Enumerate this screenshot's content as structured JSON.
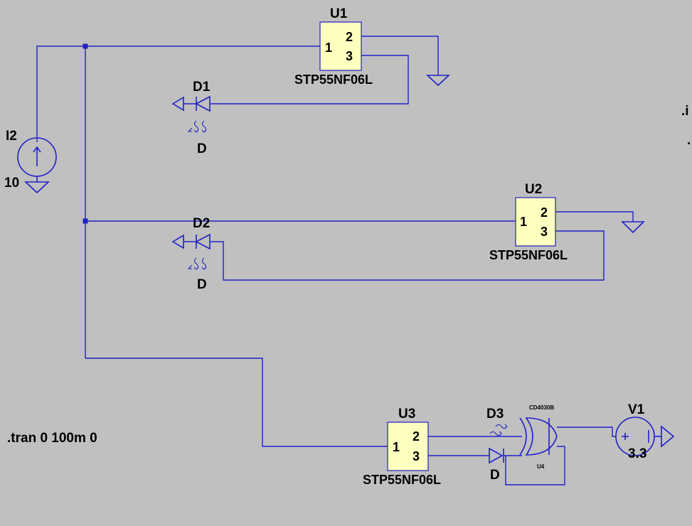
{
  "colors": {
    "background": "#c0c0c0",
    "wire": "#2020c8",
    "component_fill": "#ffffc0",
    "text": "#000000"
  },
  "components": {
    "u1": {
      "ref": "U1",
      "value": "STP55NF06L",
      "pin1": "1",
      "pin2": "2",
      "pin3": "3"
    },
    "u2": {
      "ref": "U2",
      "value": "STP55NF06L",
      "pin1": "1",
      "pin2": "2",
      "pin3": "3"
    },
    "u3": {
      "ref": "U3",
      "value": "STP55NF06L",
      "pin1": "1",
      "pin2": "2",
      "pin3": "3"
    },
    "u4": {
      "ref": "U4",
      "value": "CD4030B"
    },
    "d1": {
      "ref": "D1",
      "value": "D"
    },
    "d2": {
      "ref": "D2",
      "value": "D"
    },
    "d3": {
      "ref": "D3",
      "value": "D"
    },
    "i2": {
      "ref": "I2",
      "value": "10"
    },
    "v1": {
      "ref": "V1",
      "value": "3.3"
    }
  },
  "directives": {
    "tran": ".tran 0 100m 0",
    "cut_off_1": ".i",
    "cut_off_2": "."
  },
  "icons": [
    "ground-icon",
    "current-source-icon",
    "voltage-source-icon",
    "diode-icon",
    "led-light-icon",
    "xor-gate-icon"
  ]
}
